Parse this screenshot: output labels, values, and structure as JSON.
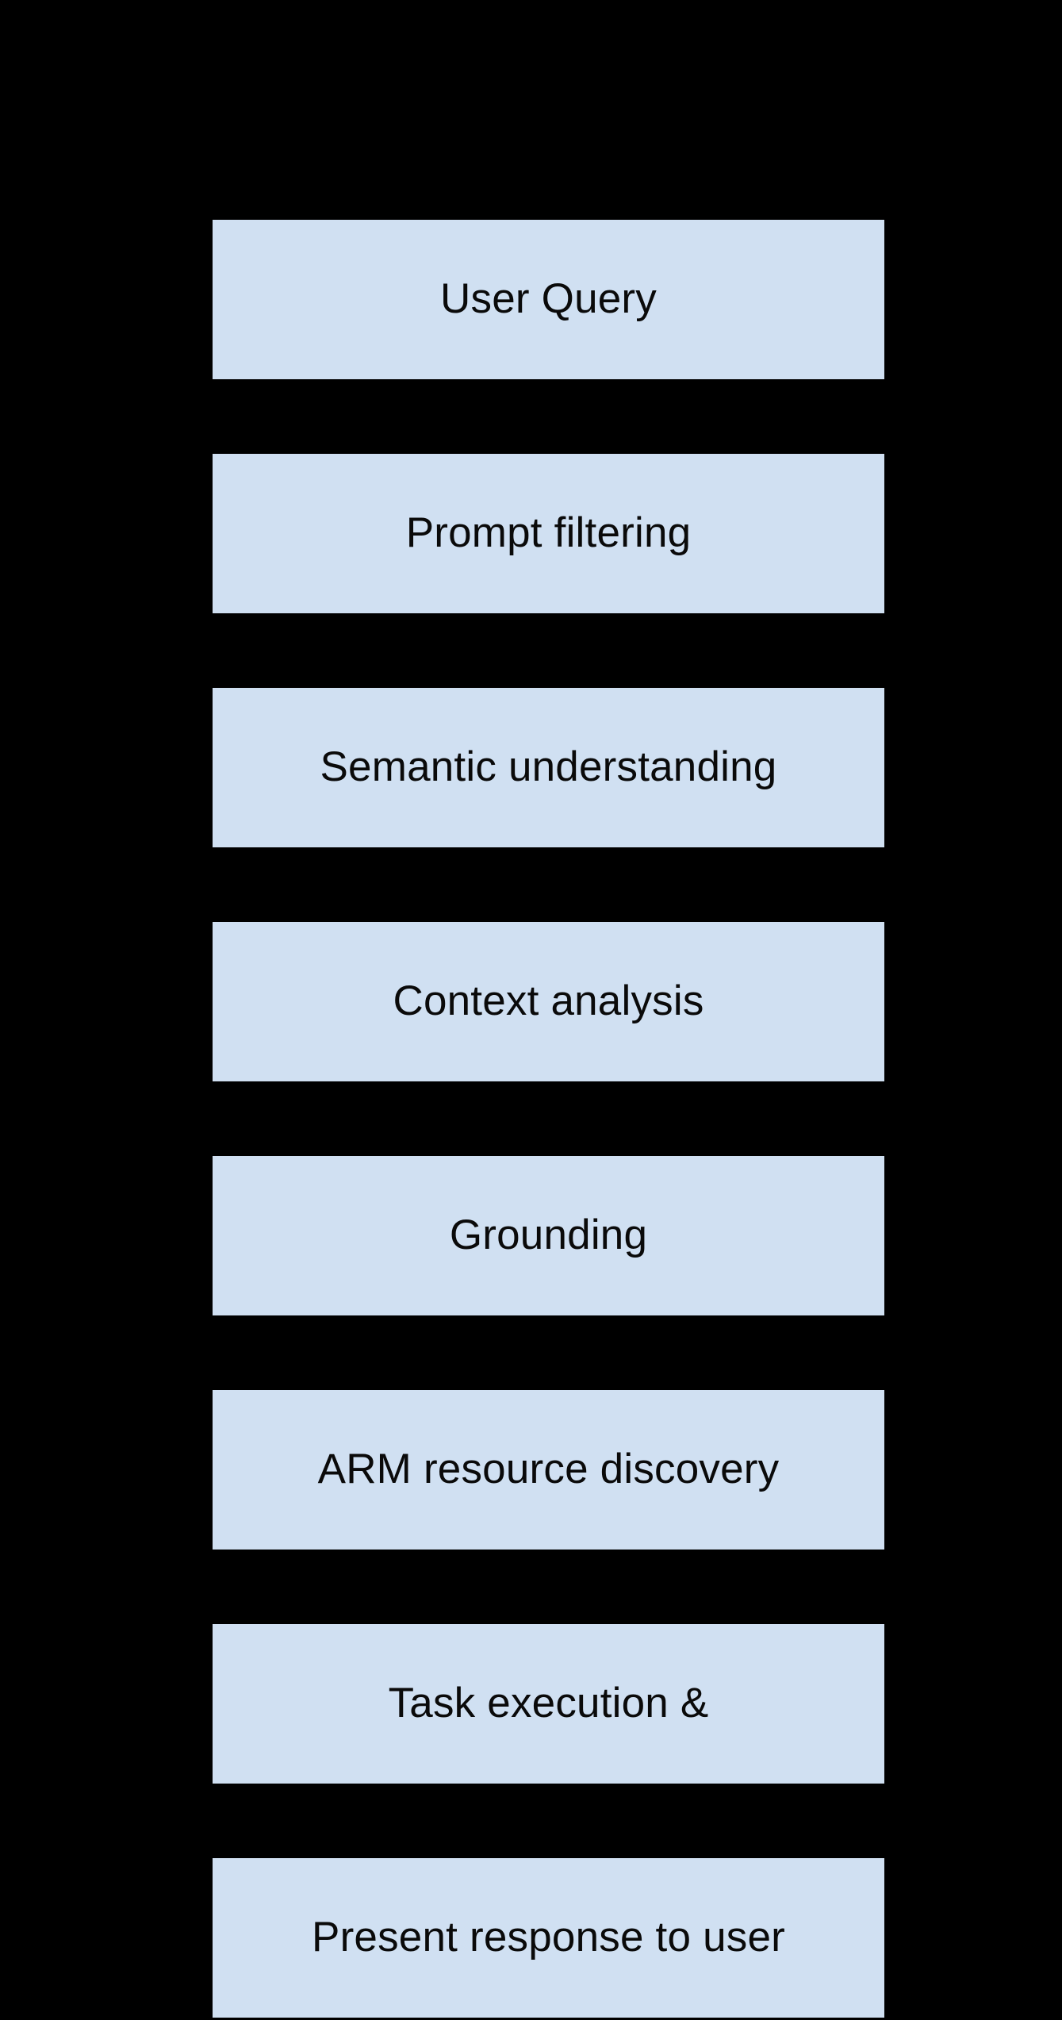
{
  "diagram": {
    "type": "flowchart",
    "orientation": "vertical",
    "background_color": "#000000",
    "node_fill_color": "#d0e0f2",
    "node_text_color": "#0a0a0a",
    "nodes": [
      {
        "id": "user-query",
        "label": "User Query"
      },
      {
        "id": "prompt-filtering",
        "label": "Prompt filtering"
      },
      {
        "id": "semantic-understanding",
        "label": "Semantic understanding"
      },
      {
        "id": "context-analysis",
        "label": "Context analysis"
      },
      {
        "id": "grounding",
        "label": "Grounding"
      },
      {
        "id": "arm-resource-discovery",
        "label": "ARM resource discovery"
      },
      {
        "id": "task-execution",
        "label": "Task execution &"
      },
      {
        "id": "present-response",
        "label": "Present response to user"
      }
    ]
  }
}
